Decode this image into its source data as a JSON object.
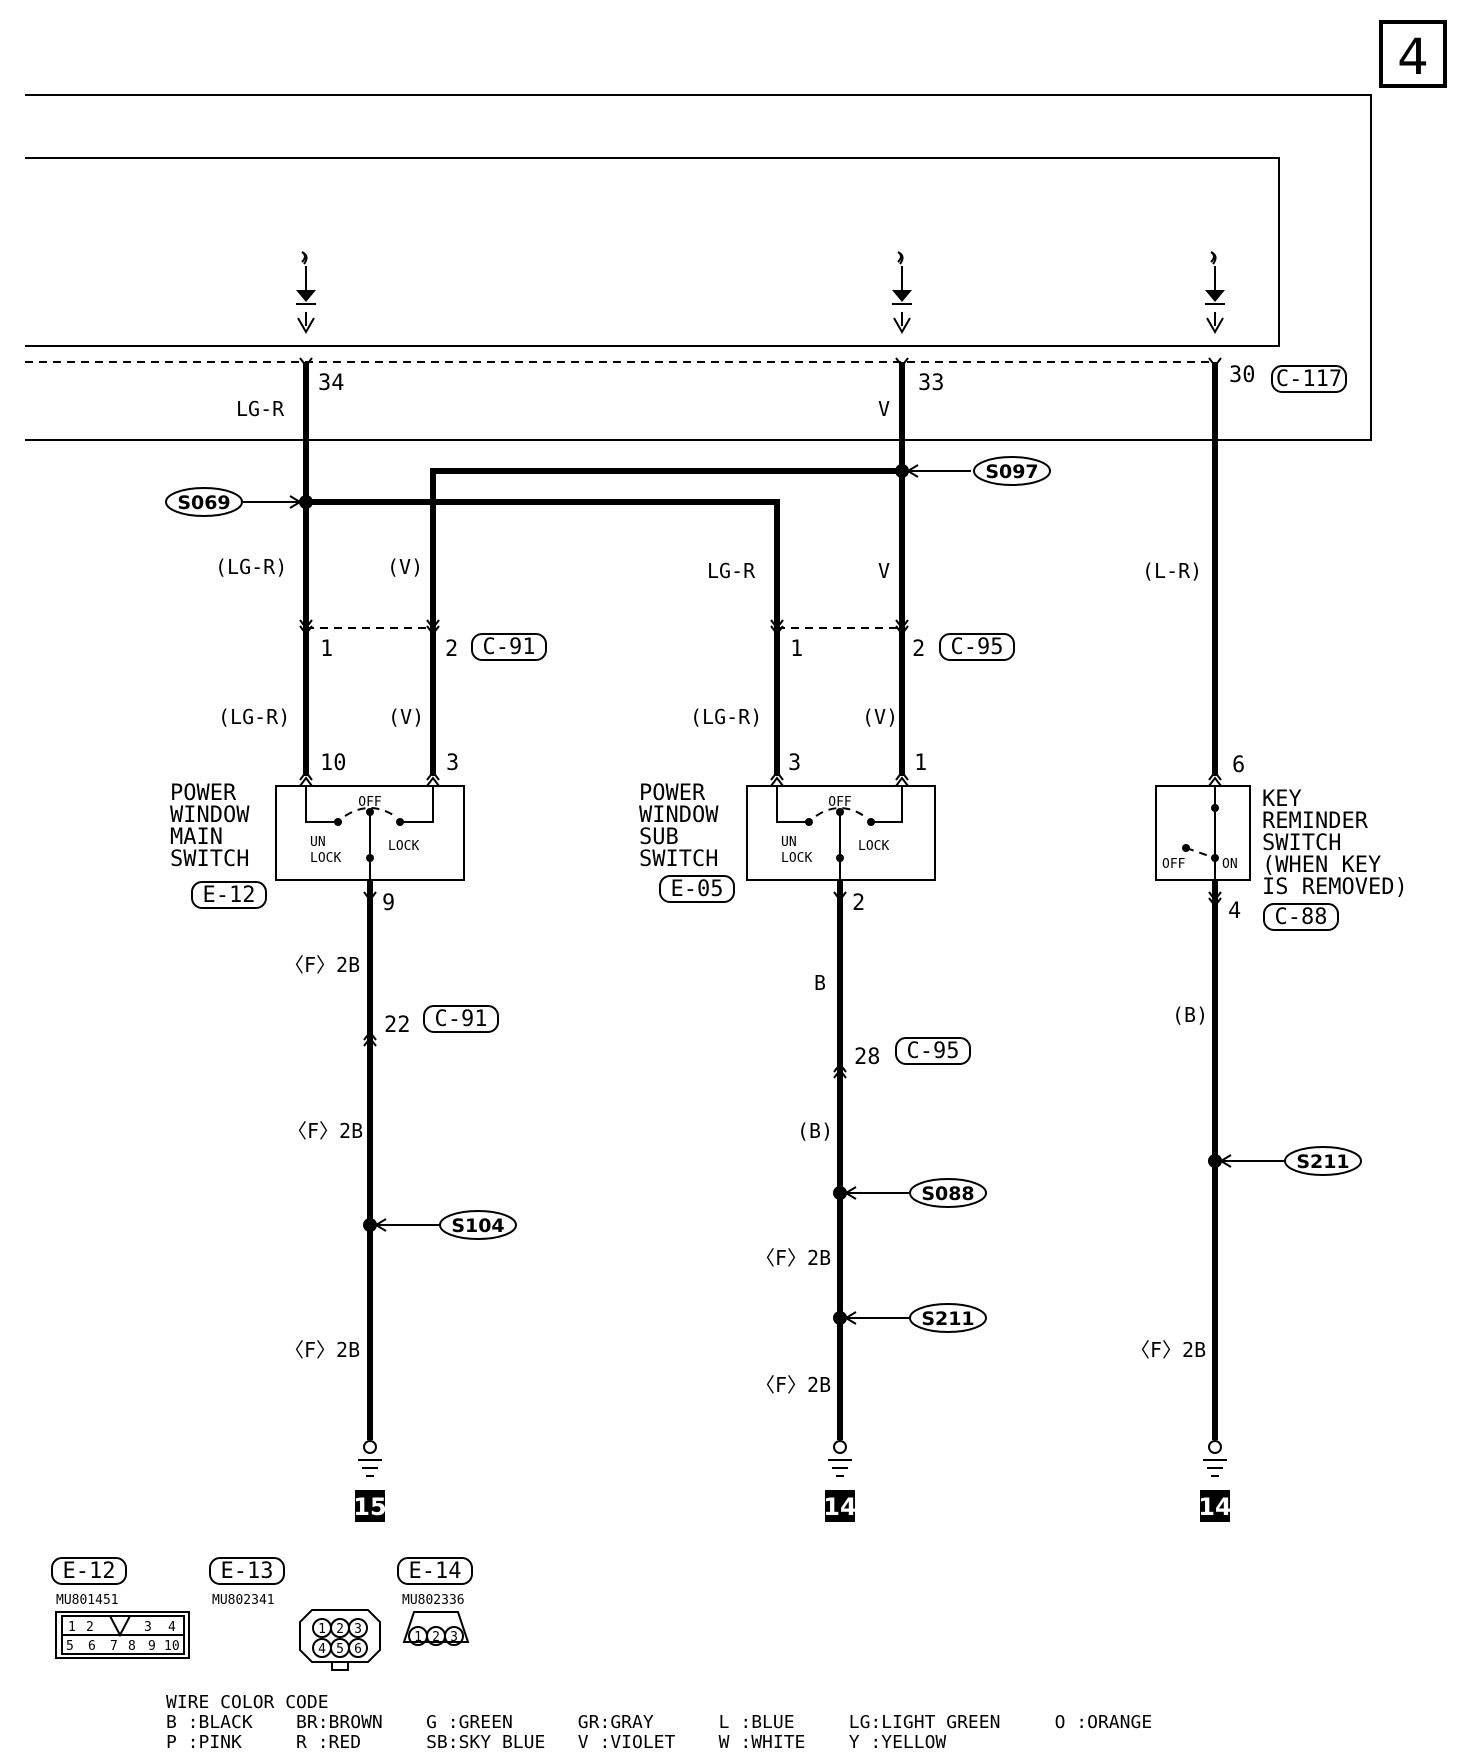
{
  "page_number": "4",
  "wire_colors": {
    "lg_r": "LG-R",
    "v": "V",
    "lg_r_paren": "(LG-R)",
    "v_paren": "(V)",
    "l_r_paren": "(L-R)",
    "b": "B",
    "b_paren": "(B)",
    "f2b": "〈F〉2B"
  },
  "connectors": {
    "c117": "C-117",
    "c91": "C-91",
    "c95": "C-95",
    "c88": "C-88",
    "e12": "E-12",
    "e05": "E-05",
    "e13": "E-13",
    "e14": "E-14"
  },
  "splices": {
    "s069": "S069",
    "s097": "S097",
    "s104": "S104",
    "s088": "S088",
    "s211": "S211"
  },
  "pins": {
    "p34": "34",
    "p33": "33",
    "p30": "30",
    "p1": "1",
    "p2": "2",
    "p3": "3",
    "p10": "10",
    "p9": "9",
    "p6": "6",
    "p4": "4",
    "p22": "22",
    "p28": "28"
  },
  "switches": {
    "main": [
      "POWER",
      "WINDOW",
      "MAIN",
      "SWITCH"
    ],
    "sub": [
      "POWER",
      "WINDOW",
      "SUB",
      "SWITCH"
    ],
    "key": [
      "KEY",
      "REMINDER",
      "SWITCH",
      "(WHEN KEY",
      "IS REMOVED)"
    ],
    "off": "OFF",
    "on": "ON",
    "un": "UN",
    "lock": "LOCK"
  },
  "grounds": {
    "g15": "15",
    "g14a": "14",
    "g14b": "14"
  },
  "part_numbers": {
    "e12": "MU801451",
    "e13": "MU802341",
    "e14": "MU802336"
  },
  "e12_pins": [
    "1",
    "2",
    "3",
    "4",
    "5",
    "6",
    "7",
    "8",
    "9",
    "10"
  ],
  "e13_pins": [
    "1",
    "2",
    "3",
    "4",
    "5",
    "6"
  ],
  "e14_pins": [
    "1",
    "2",
    "3"
  ],
  "legend": {
    "title": "WIRE COLOR CODE",
    "row1": "B :BLACK    BR:BROWN    G :GREEN      GR:GRAY      L :BLUE     LG:LIGHT GREEN     O :ORANGE",
    "row2": "P :PINK     R :RED      SB:SKY BLUE   V :VIOLET    W :WHITE    Y :YELLOW"
  }
}
